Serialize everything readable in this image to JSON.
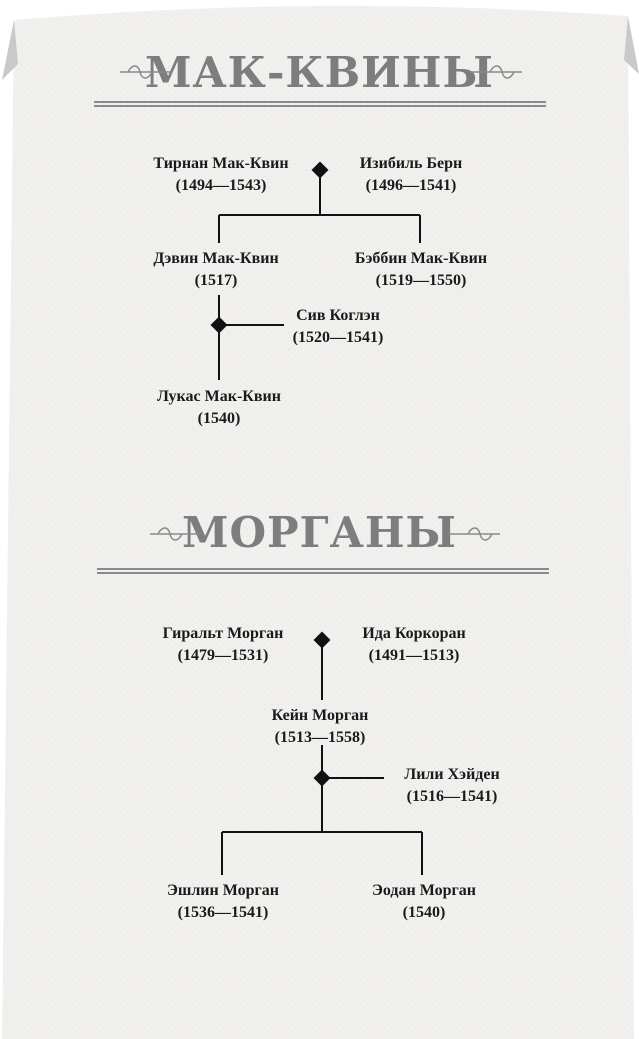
{
  "families": [
    {
      "title": "МАК-КВИНЫ",
      "people": [
        {
          "id": "tirnan",
          "name": "Тирнан Мак-Квин",
          "years": "(1494—1543)"
        },
        {
          "id": "izibil",
          "name": "Изибиль Берн",
          "years": "(1496—1541)"
        },
        {
          "id": "davin",
          "name": "Дэвин Мак-Квин",
          "years": "(1517)"
        },
        {
          "id": "babbin",
          "name": "Бэббин Мак-Квин",
          "years": "(1519—1550)"
        },
        {
          "id": "siv",
          "name": "Сив Коглэн",
          "years": "(1520—1541)"
        },
        {
          "id": "lukas",
          "name": "Лукас Мак-Квин",
          "years": "(1540)"
        }
      ]
    },
    {
      "title": "МОРГАНЫ",
      "people": [
        {
          "id": "giralt",
          "name": "Гиральт Морган",
          "years": "(1479—1531)"
        },
        {
          "id": "ida",
          "name": "Ида Коркоран",
          "years": "(1491—1513)"
        },
        {
          "id": "kein",
          "name": "Кейн Морган",
          "years": "(1513—1558)"
        },
        {
          "id": "lili",
          "name": "Лили Хэйден",
          "years": "(1516—1541)"
        },
        {
          "id": "eshlin",
          "name": "Эшлин Морган",
          "years": "(1536—1541)"
        },
        {
          "id": "eodan",
          "name": "Эодан Морган",
          "years": "(1540)"
        }
      ]
    }
  ]
}
